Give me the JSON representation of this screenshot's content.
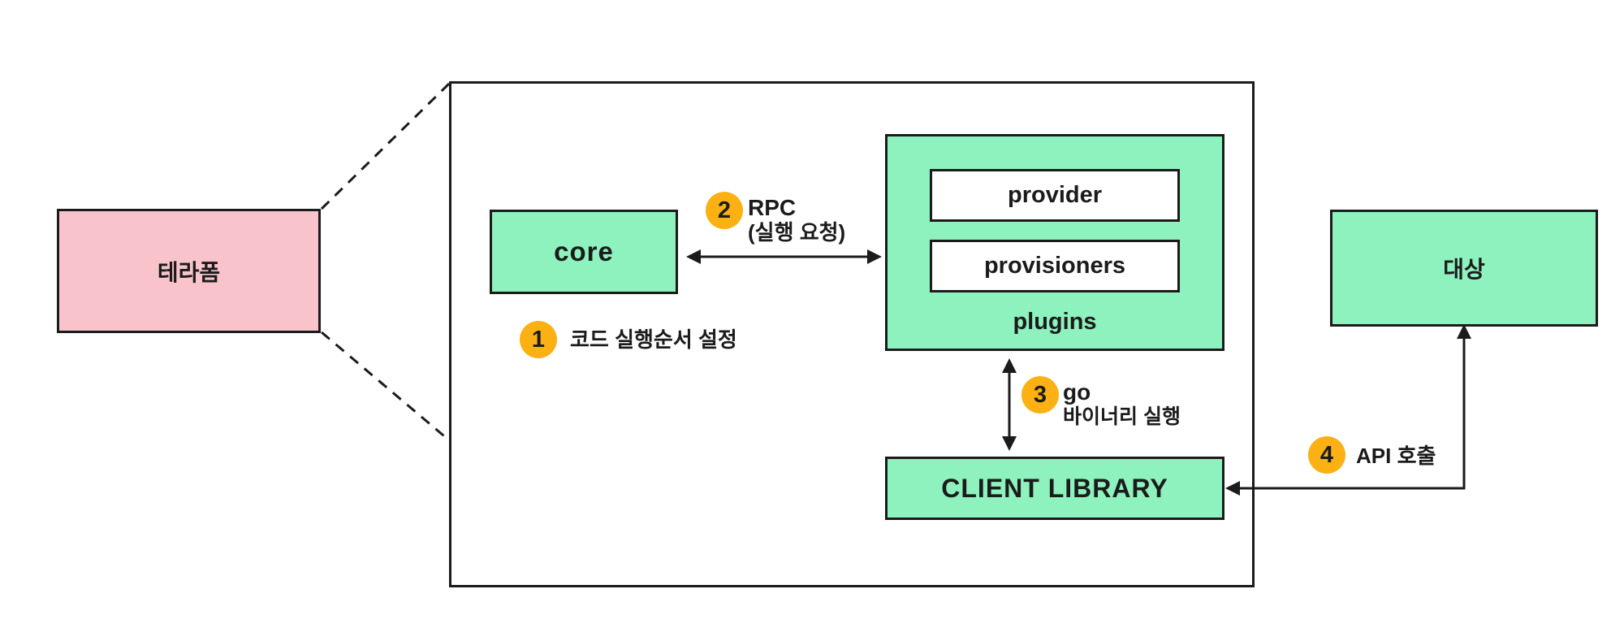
{
  "diagram": {
    "terraform_box": {
      "label": "테라폼"
    },
    "core_box": {
      "label": "core"
    },
    "plugins_box": {
      "label": "plugins",
      "provider_label": "provider",
      "provisioners_label": "provisioners"
    },
    "client_library_box": {
      "label": "CLIENT LIBRARY"
    },
    "target_box": {
      "label": "대상"
    },
    "steps": [
      {
        "number": "1",
        "lines": [
          "코드 실행순서 설정"
        ]
      },
      {
        "number": "2",
        "lines": [
          "RPC",
          "(실행 요청)"
        ]
      },
      {
        "number": "3",
        "lines": [
          "go",
          "바이너리 실행"
        ]
      },
      {
        "number": "4",
        "lines": [
          "API 호출"
        ]
      }
    ]
  },
  "colors": {
    "pink": "#F9C3CC",
    "mint": "#8DF2BD",
    "badge": "#FBB113",
    "ink": "#1B1B1B",
    "bg": "#FFFFFF"
  }
}
